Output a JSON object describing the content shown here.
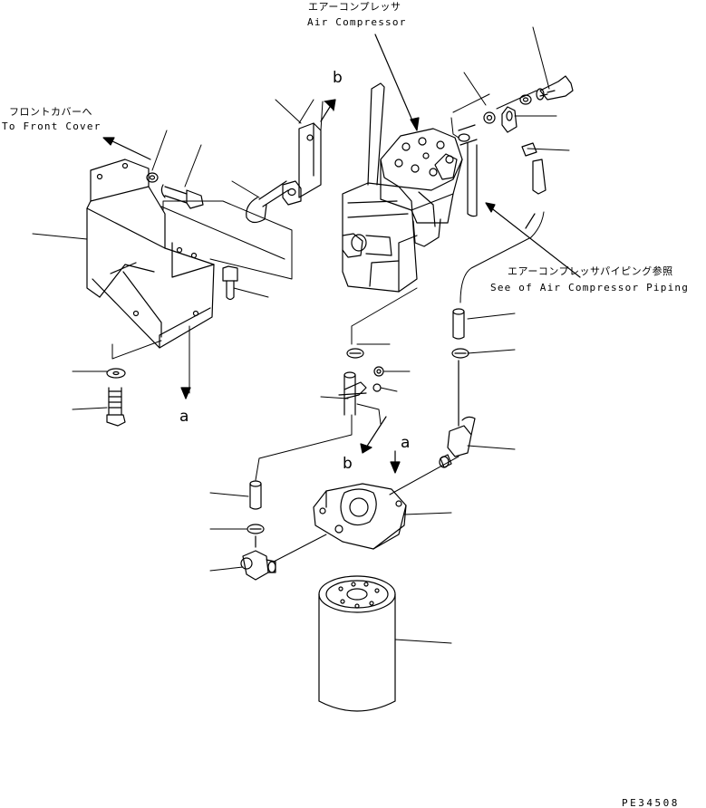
{
  "labels": {
    "air_compressor_jp": "エアーコンプレッサ",
    "air_compressor_en": "Air Compressor",
    "front_cover_jp": "フロントカバーへ",
    "front_cover_en": "To Front Cover",
    "piping_jp": "エアーコンプレッサパイピング参照",
    "piping_en": "See of Air Compressor Piping",
    "ref_a_top": "a",
    "ref_a_left": "a",
    "ref_b_top": "b",
    "ref_b_mid": "b",
    "drawing_code": "PE34508"
  },
  "colors": {
    "line": "#000000",
    "background": "#ffffff"
  }
}
